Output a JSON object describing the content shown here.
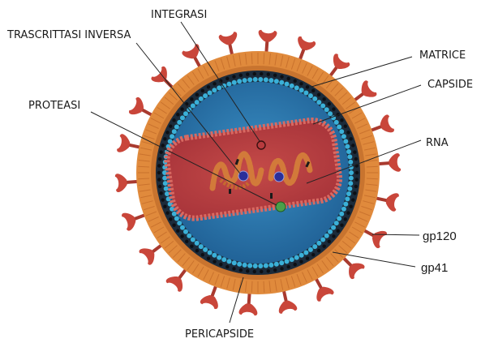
{
  "labels": {
    "integrasi": "INTEGRASI",
    "trascrittasi": "TRASCRITTASI INVERSA",
    "matrice": "MATRICE",
    "capside": "CAPSIDE",
    "proteasi": "PROTEASI",
    "rna": "RNA",
    "gp120": "gp120",
    "gp41": "gp41",
    "pericapside": "PERICAPSIDE"
  },
  "colors": {
    "envelope": "#e08a3c",
    "envelope_dark": "#b85f22",
    "matrix_band": "#1c2b3a",
    "bead": "#3ab0d8",
    "core_fill": "#2c75a8",
    "capsid_fill": "#b83b3e",
    "capsid_edge": "#d86a62",
    "rna": "#d27a3a",
    "spike": "#c9463a",
    "stalk": "#a93a2f",
    "enzyme_blue": "#2a2f9a",
    "enzyme_green": "#4aa04a"
  }
}
